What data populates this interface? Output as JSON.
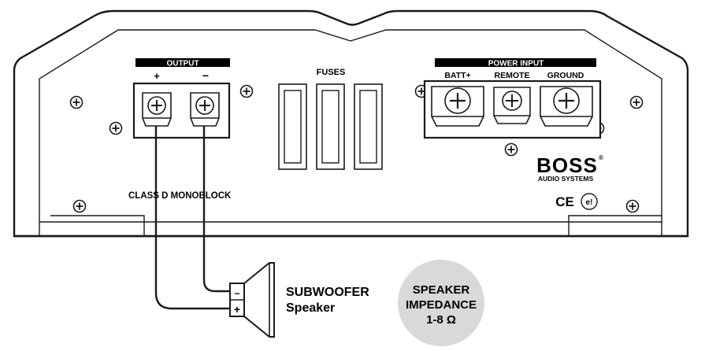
{
  "amplifier": {
    "output_label": "OUTPUT",
    "plus_symbol": "+",
    "minus_symbol": "−",
    "fuses_label": "FUSES",
    "power_input_label": "POWER INPUT",
    "batt_label": "BATT+",
    "remote_label": "REMOTE",
    "ground_label": "GROUND",
    "class_label": "CLASS D MONOBLOCK",
    "brand_name": "BOSS",
    "brand_reg": "®",
    "brand_subtitle": "AUDIO SYSTEMS",
    "ce_mark": "CE",
    "e_mark": "e!"
  },
  "speaker": {
    "title": "SUBWOOFER",
    "subtitle": "Speaker",
    "minus_terminal": "−",
    "plus_terminal": "+"
  },
  "impedance": {
    "line1": "SPEAKER",
    "line2": "IMPEDANCE",
    "line3": "1-8 Ω"
  },
  "colors": {
    "line": "#1a1a1a",
    "badge_fill": "#d9d9d9",
    "label_bar": "#000000"
  }
}
